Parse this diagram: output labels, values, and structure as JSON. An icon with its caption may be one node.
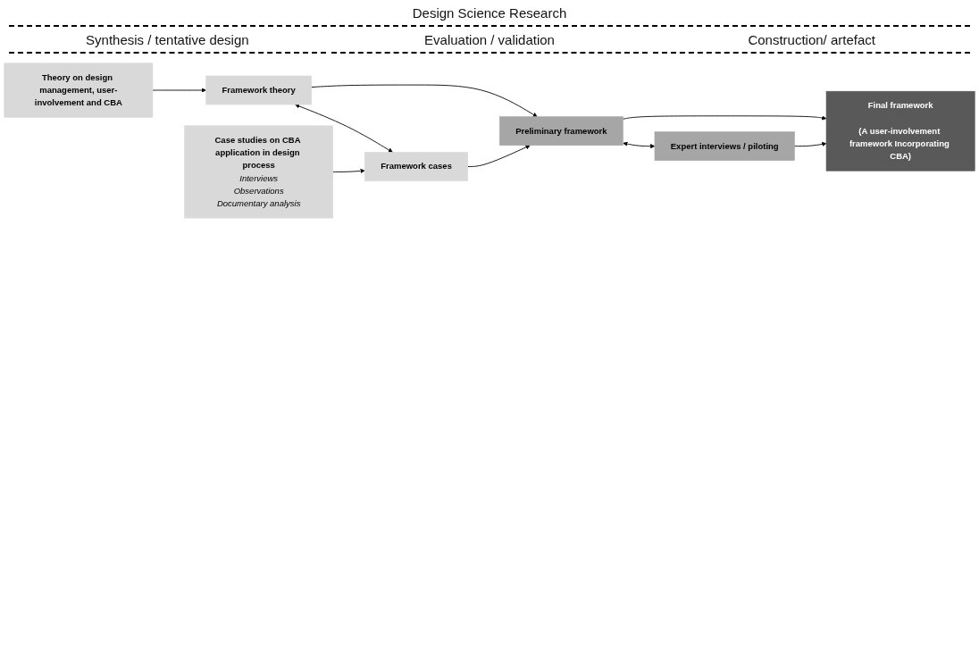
{
  "diagram": {
    "nodes": [
      {
        "text": [
          "Theory on design management, user-involvement and CBA"
        ]
      },
      {
        "text": [
          "Framework theory"
        ]
      },
      {
        "text": [
          "Framework cases"
        ]
      },
      {
        "text": [
          "Case studies on CBA application in design process",
          "Interviews",
          "Observations",
          "Documentary analysis"
        ]
      },
      {
        "text": [
          "Preliminary framework"
        ]
      },
      {
        "text": [
          "Expert interviews / piloting"
        ]
      },
      {
        "text": [
          "Final framework",
          "(A user-involvement framework Incorporating CBA)"
        ]
      }
    ],
    "edges": [
      {
        "from": 0,
        "to": 1,
        "arrow": "to"
      },
      {
        "from": 3,
        "to": 2,
        "arrow": "to"
      },
      {
        "from": 1,
        "to": 2,
        "arrow": "both"
      },
      {
        "from": 1,
        "to": 4,
        "arrow": "to"
      },
      {
        "from": 2,
        "to": 4,
        "arrow": "to"
      },
      {
        "from": 4,
        "to": 5,
        "arrow": "both"
      },
      {
        "from": 4,
        "to": 6,
        "arrow": "to"
      },
      {
        "from": 5,
        "to": 6,
        "arrow": "to"
      }
    ],
    "labels": [
      "Design Science Research",
      "Synthesis / tentative design",
      "Evaluation / validation",
      "Construction/ artefact"
    ]
  }
}
